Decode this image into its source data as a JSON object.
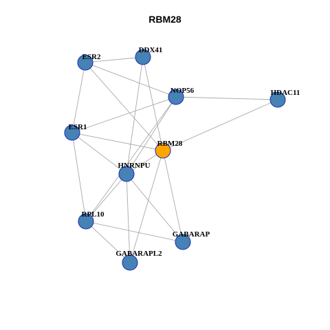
{
  "title": "RBM28",
  "colors": {
    "node_default": "#4682b4",
    "node_focus": "#ffa500",
    "node_border": "#2233bb",
    "edge": "#a8a8a8"
  },
  "nodes": [
    {
      "id": "ESR2",
      "label": "ESR2",
      "focus": false
    },
    {
      "id": "DDX41",
      "label": "DDX41",
      "focus": false
    },
    {
      "id": "NOP56",
      "label": "NOP56",
      "focus": false
    },
    {
      "id": "HDAC11",
      "label": "HDAC11",
      "focus": false
    },
    {
      "id": "ESR1",
      "label": "ESR1",
      "focus": false
    },
    {
      "id": "RBM28",
      "label": "RBM28",
      "focus": true
    },
    {
      "id": "HNRNPU",
      "label": "HNRNPU",
      "focus": false
    },
    {
      "id": "RPL10",
      "label": "RPL10",
      "focus": false
    },
    {
      "id": "GABARAP",
      "label": "GABARAP",
      "focus": false
    },
    {
      "id": "GABARAPL2",
      "label": "GABARAPL2",
      "focus": false
    }
  ],
  "edges": [
    [
      "ESR2",
      "DDX41"
    ],
    [
      "ESR2",
      "NOP56"
    ],
    [
      "ESR2",
      "RBM28"
    ],
    [
      "ESR2",
      "ESR1"
    ],
    [
      "DDX41",
      "RBM28"
    ],
    [
      "DDX41",
      "HNRNPU"
    ],
    [
      "NOP56",
      "HDAC11"
    ],
    [
      "NOP56",
      "ESR1"
    ],
    [
      "NOP56",
      "HNRNPU"
    ],
    [
      "NOP56",
      "RPL10"
    ],
    [
      "HDAC11",
      "RBM28"
    ],
    [
      "ESR1",
      "RBM28"
    ],
    [
      "ESR1",
      "HNRNPU"
    ],
    [
      "ESR1",
      "RPL10"
    ],
    [
      "RBM28",
      "HNRNPU"
    ],
    [
      "RBM28",
      "GABARAP"
    ],
    [
      "RBM28",
      "GABARAPL2"
    ],
    [
      "HNRNPU",
      "RPL10"
    ],
    [
      "HNRNPU",
      "GABARAP"
    ],
    [
      "HNRNPU",
      "GABARAPL2"
    ],
    [
      "RPL10",
      "GABARAP"
    ],
    [
      "RPL10",
      "GABARAPL2"
    ]
  ]
}
